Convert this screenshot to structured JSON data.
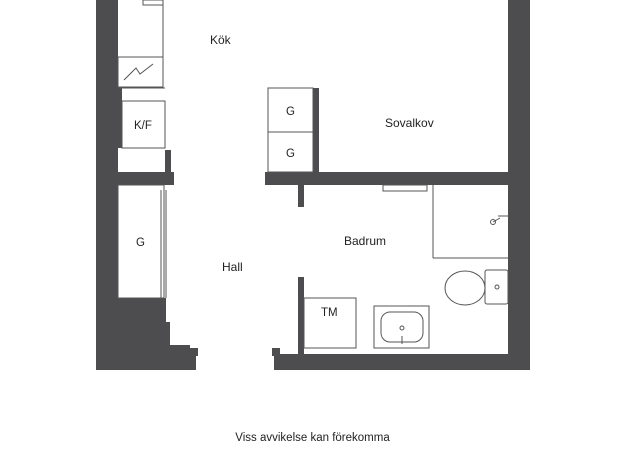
{
  "rooms": {
    "kitchen": "Kök",
    "bedroom_alcove": "Sovalkov",
    "bathroom": "Badrum",
    "hall": "Hall"
  },
  "fixtures": {
    "fridge_freezer": "K/F",
    "wardrobe_1": "G",
    "wardrobe_2": "G",
    "wardrobe_hall": "G",
    "washing_machine": "TM"
  },
  "disclaimer": "Viss avvikelse kan förekomma",
  "colors": {
    "wall": "#4d4d4f",
    "line": "#555555",
    "background": "#ffffff"
  }
}
